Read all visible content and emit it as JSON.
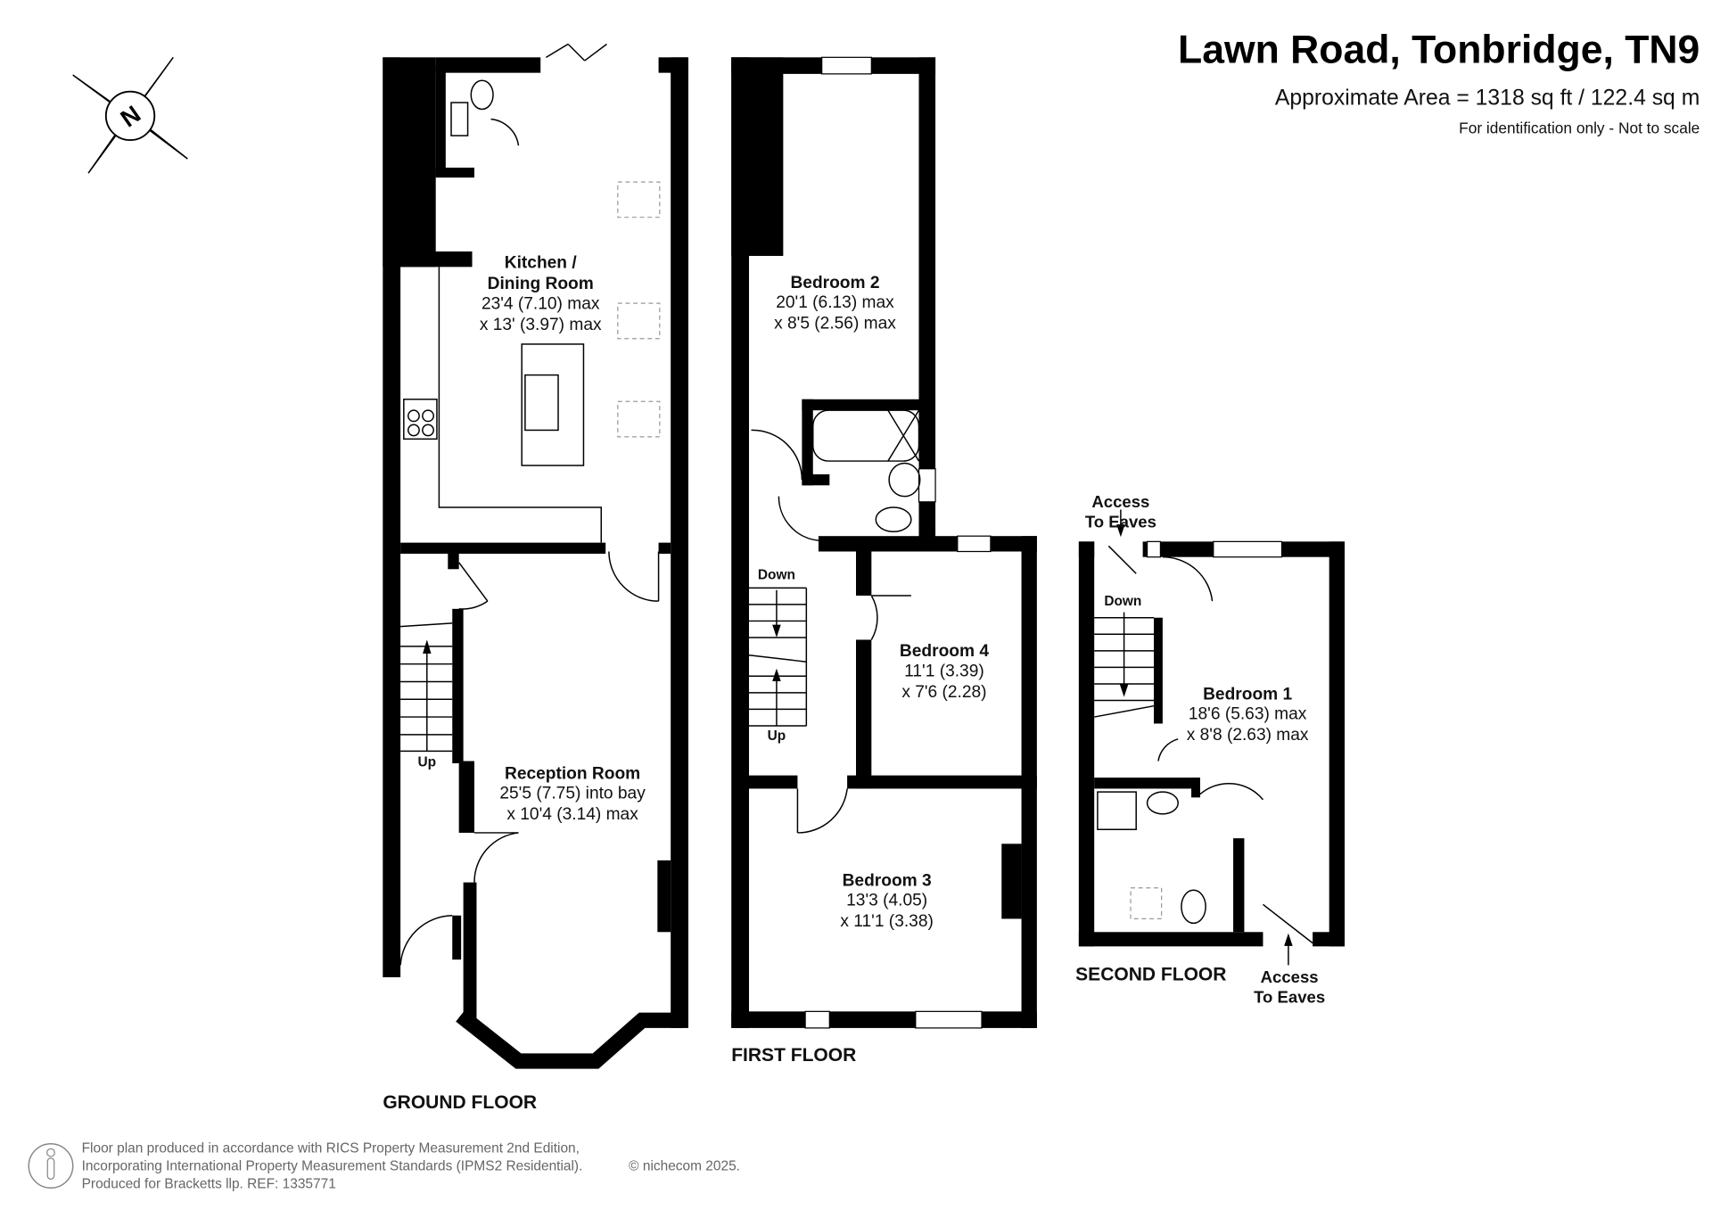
{
  "header": {
    "title": "Lawn Road, Tonbridge, TN9",
    "area": "Approximate Area = 1318 sq ft / 122.4 sq m",
    "disclaimer": "For identification only - Not to scale"
  },
  "compass": {
    "label": "N"
  },
  "ground_floor": {
    "label": "GROUND FLOOR",
    "rooms": [
      {
        "name_lines": [
          "Kitchen /",
          "Dining Room"
        ],
        "dims": [
          "23'4 (7.10) max",
          "x 13' (3.97) max"
        ]
      },
      {
        "name_lines": [
          "Reception Room"
        ],
        "dims": [
          "25'5 (7.75) into bay",
          "x 10'4 (3.14) max"
        ]
      }
    ],
    "stairs_label": "Up"
  },
  "first_floor": {
    "label": "FIRST FLOOR",
    "rooms": [
      {
        "name": "Bedroom 2",
        "dims": [
          "20'1 (6.13) max",
          "x 8'5 (2.56) max"
        ]
      },
      {
        "name": "Bedroom 4",
        "dims": [
          "11'1 (3.39)",
          "x 7'6 (2.28)"
        ]
      },
      {
        "name": "Bedroom 3",
        "dims": [
          "13'3 (4.05)",
          "x 11'1 (3.38)"
        ]
      }
    ],
    "stairs_down": "Down",
    "stairs_up": "Up"
  },
  "second_floor": {
    "label": "SECOND FLOOR",
    "rooms": [
      {
        "name": "Bedroom 1",
        "dims": [
          "18'6 (5.63) max",
          "x 8'8 (2.63) max"
        ]
      }
    ],
    "stairs_down": "Down",
    "eaves_top": [
      "Access",
      "To Eaves"
    ],
    "eaves_bottom": [
      "Access",
      "To Eaves"
    ]
  },
  "footer": {
    "lines": [
      "Floor plan produced in accordance with RICS Property Measurement 2nd Edition,",
      "Incorporating International Property Measurement Standards (IPMS2 Residential).",
      "Produced for Bracketts llp.   REF:  1335771"
    ],
    "copyright": "© nichecom 2025."
  }
}
